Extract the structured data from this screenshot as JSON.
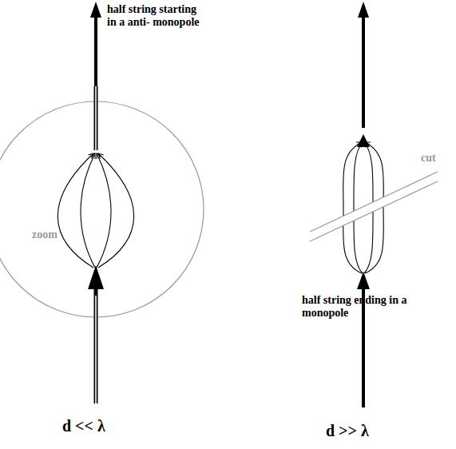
{
  "diagram": {
    "labels": [
      "half string starting in a anti- monopole",
      "zoom",
      "cut",
      "half string ending in a monopole",
      "d << λ",
      "d >> λ"
    ]
  }
}
